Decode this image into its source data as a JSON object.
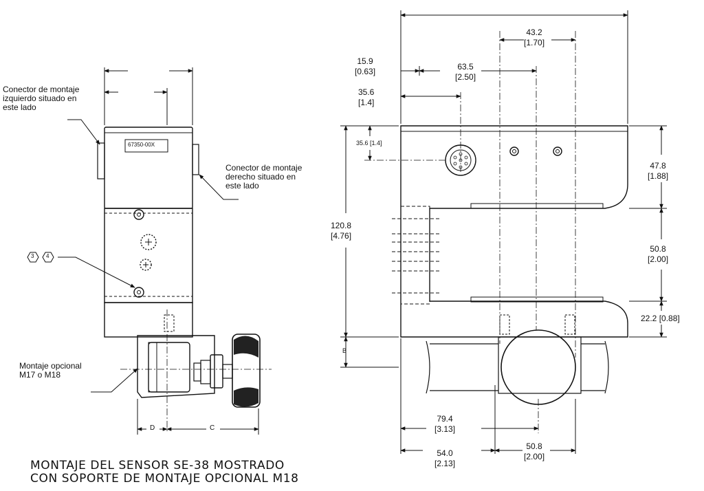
{
  "notes": {
    "left_connector": "Conector de montaje\nizquierdo situado en\neste lado",
    "right_connector": "Conector de montaje\nderecho situado en\neste lado",
    "optional_mount": "Montaje opcional\nM17 o M18",
    "part_number": "67350-00X",
    "callout_3": "3",
    "callout_4": "4"
  },
  "dimensions": {
    "d_43_2": "43.2\n[1.70]",
    "d_15_9": "15.9\n[0.63]",
    "d_63_5": "63.5\n[2.50]",
    "d_35_6": "35.6\n[1.4]",
    "d_35_6_side": "35.6 [1.4]",
    "d_47_8": "47.8\n[1.88]",
    "d_120_8": "120.8\n[4.76]",
    "d_50_8_v": "50.8\n[2.00]",
    "d_22_2": "22.2 [0.88]",
    "d_79_4": "79.4\n[3.13]",
    "d_54_0": "54.0\n[2.13]",
    "d_50_8_h": "50.8\n[2.00]",
    "label_b": "B",
    "label_d": "D",
    "label_c": "C"
  },
  "caption": "MONTAJE DEL SENSOR SE-38 MOSTRADO\nCON SOPORTE DE MONTAJE OPCIONAL M18"
}
